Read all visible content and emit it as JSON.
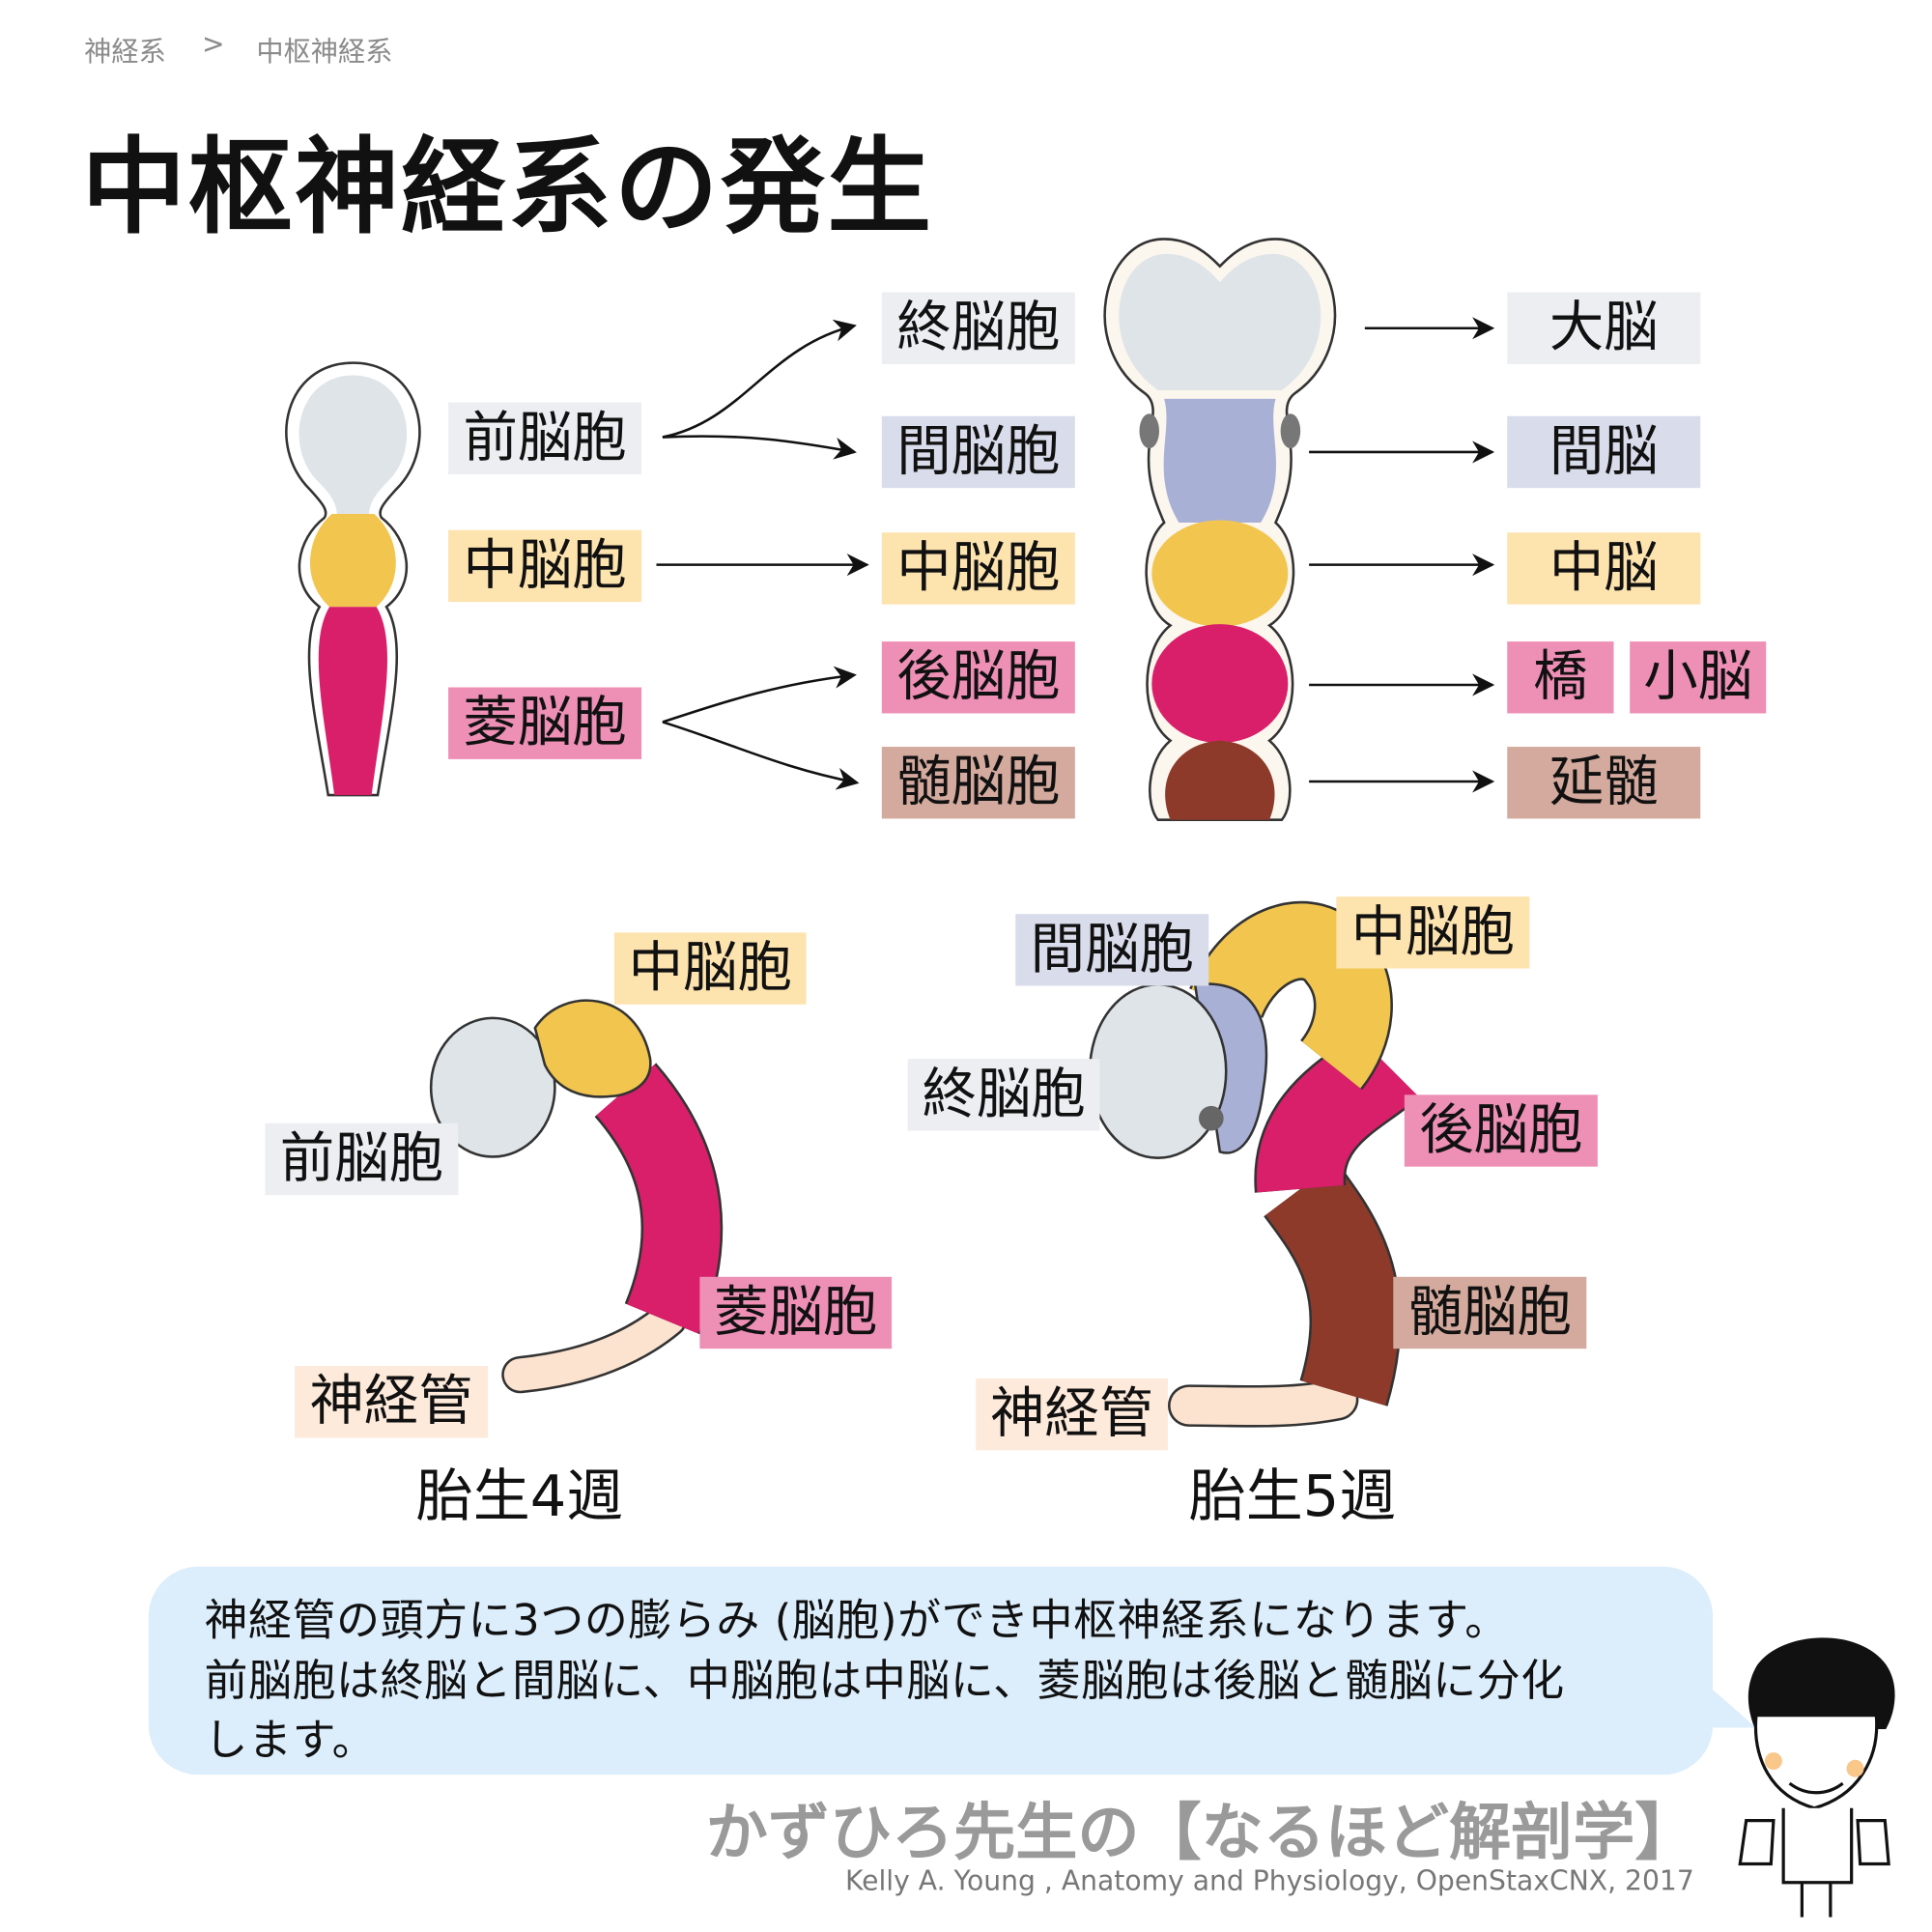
{
  "breadcrumb": {
    "parent": "神経系",
    "separator": ">",
    "current": "中枢神経系"
  },
  "title": "中枢神経系の発生",
  "top_diagram": {
    "primary_vesicles": [
      "前脳胞",
      "中脳胞",
      "菱脳胞"
    ],
    "secondary_vesicles": [
      "終脳胞",
      "間脳胞",
      "中脳胞",
      "後脳胞",
      "髄脳胞"
    ],
    "adult_structures": [
      "大脳",
      "間脳",
      "中脳",
      "橋",
      "小脳",
      "延髄"
    ]
  },
  "week4": {
    "caption": "胎生4週",
    "labels": {
      "midbrain": "中脳胞",
      "forebrain": "前脳胞",
      "rhombencephalon": "菱脳胞",
      "neural_tube": "神経管"
    }
  },
  "week5": {
    "caption": "胎生5週",
    "labels": {
      "diencephalon": "間脳胞",
      "midbrain": "中脳胞",
      "telencephalon": "終脳胞",
      "metencephalon": "後脳胞",
      "myelencephalon": "髄脳胞",
      "neural_tube": "神経管"
    }
  },
  "explanation": [
    "神経管の頭方に3つの膨らみ (脳胞)ができ中枢神経系になります。",
    "前脳胞は終脳と間脳に、中脳胞は中脳に、菱脳胞は後脳と髄脳に分化",
    "します。"
  ],
  "footer": {
    "brand": "かずひろ先生の【なるほど解剖学】",
    "credit": "Kelly A. Young , Anatomy and Physiology, OpenStaxCNX, 2017"
  },
  "colors": {
    "forebrain": "#dfe4e8",
    "diencephalon": "#a9b0d6",
    "midbrain": "#f2c54f",
    "hindbrain": "#d91f6a",
    "myelencephalon": "#8e3a2a",
    "neural_tube": "#fbe3cf",
    "bubble": "#dcedfb"
  }
}
